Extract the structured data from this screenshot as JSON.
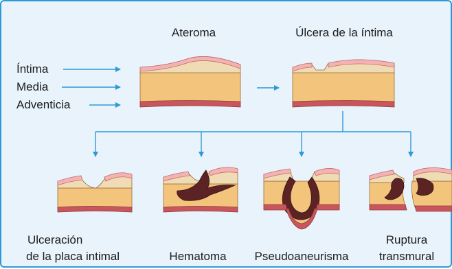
{
  "top": {
    "stage1": "Ateroma",
    "stage2": "Úlcera de la íntima"
  },
  "layers": {
    "intima": "Íntima",
    "media": "Media",
    "adventicia": "Adventicia"
  },
  "outcomes": {
    "ulceracion_line1": "Ulceración",
    "ulceracion_line2": "de la placa intimal",
    "hematoma": "Hematoma",
    "pseudoaneurisma": "Pseudoaneurisma",
    "ruptura_line1": "Ruptura",
    "ruptura_line2": "transmural"
  },
  "colors": {
    "background": "#e9f3fb",
    "border": "#2d9ad6",
    "arrow": "#2d9ad6",
    "intima": "#f3b3b3",
    "plaque": "#f0dcb4",
    "media": "#f3c57c",
    "adventitia": "#c9565c",
    "hematoma": "#5b2323"
  }
}
